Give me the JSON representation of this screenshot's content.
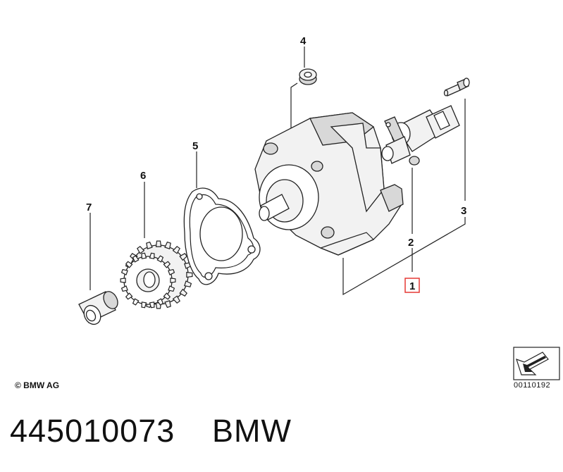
{
  "callouts": {
    "p1": "1",
    "p2": "2",
    "p3": "3",
    "p4": "4",
    "p5": "5",
    "p6": "6",
    "p7": "7"
  },
  "highlight_color": "#e53935",
  "copyright": "© BMW AG",
  "diagram_id": "00110192",
  "footer": {
    "part_number": "445010073",
    "brand": "BMW"
  },
  "icons": [
    "arrow-pointer-icon"
  ]
}
